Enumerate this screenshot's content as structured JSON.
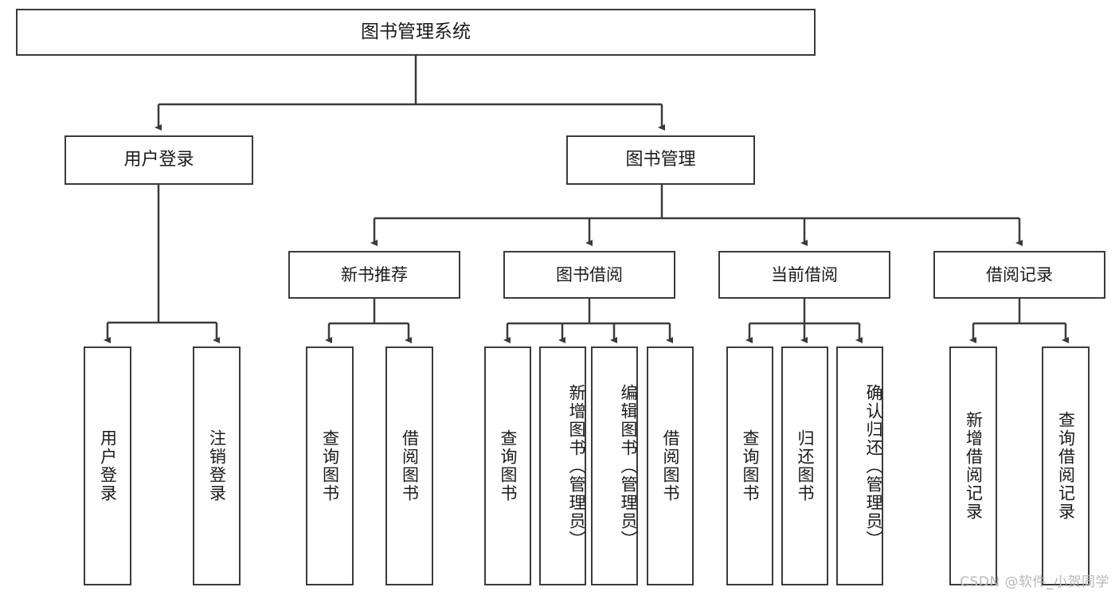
{
  "diagram": {
    "title_node": {
      "id": "root",
      "label": "图书管理系统"
    },
    "level2": [
      {
        "id": "user-login",
        "label": "用户登录"
      },
      {
        "id": "book-management",
        "label": "图书管理"
      }
    ],
    "level3": [
      {
        "id": "new-book-recommend",
        "label": "新书推荐"
      },
      {
        "id": "book-borrow",
        "label": "图书借阅"
      },
      {
        "id": "current-borrow",
        "label": "当前借阅"
      },
      {
        "id": "borrow-record",
        "label": "借阅记录"
      }
    ],
    "leaves": [
      {
        "id": "leaf-user-login",
        "label": "用户登录",
        "parent": "user-login"
      },
      {
        "id": "leaf-logout",
        "label": "注销登录",
        "parent": "user-login"
      },
      {
        "id": "leaf-query-book-1",
        "label": "查询图书",
        "parent": "new-book-recommend"
      },
      {
        "id": "leaf-borrow-book-1",
        "label": "借阅图书",
        "parent": "new-book-recommend"
      },
      {
        "id": "leaf-query-book-2",
        "label": "查询图书",
        "parent": "book-borrow"
      },
      {
        "id": "leaf-add-book",
        "label": "新增图书（管理员）",
        "parent": "book-borrow"
      },
      {
        "id": "leaf-edit-book",
        "label": "编辑图书（管理员）",
        "parent": "book-borrow"
      },
      {
        "id": "leaf-borrow-book-2",
        "label": "借阅图书",
        "parent": "book-borrow"
      },
      {
        "id": "leaf-query-book-3",
        "label": "查询图书",
        "parent": "current-borrow"
      },
      {
        "id": "leaf-return-book",
        "label": "归还图书",
        "parent": "current-borrow"
      },
      {
        "id": "leaf-confirm-return",
        "label": "确认归还（管理员）",
        "parent": "current-borrow"
      },
      {
        "id": "leaf-add-record",
        "label": "新增借阅记录",
        "parent": "borrow-record"
      },
      {
        "id": "leaf-query-record",
        "label": "查询借阅记录",
        "parent": "borrow-record"
      }
    ],
    "colors": {
      "stroke": "#3b3b3b",
      "fill": "#ffffff",
      "text": "#1a1a1a",
      "watermark": "#b8b8b8"
    }
  },
  "watermark": {
    "text": "CSDN @软件_小贺同学"
  }
}
